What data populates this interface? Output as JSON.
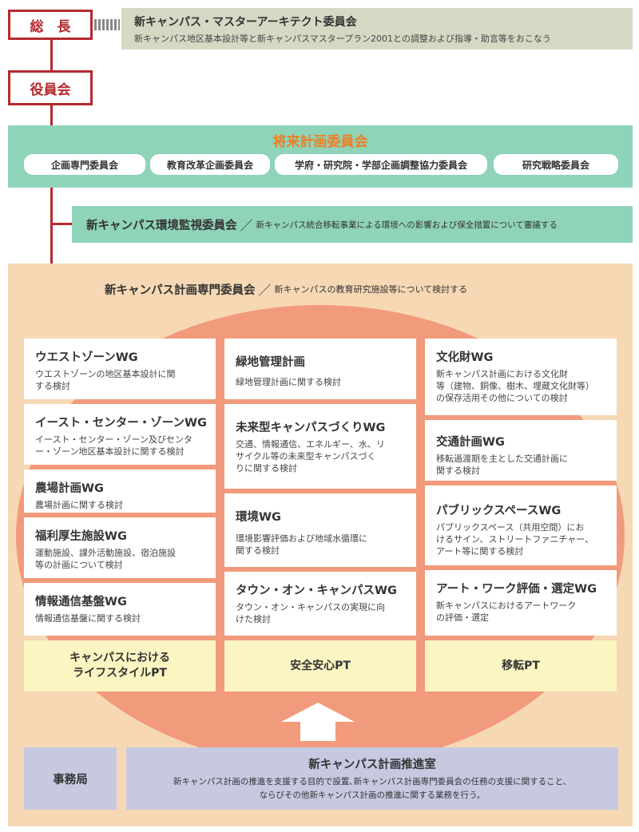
{
  "top": {
    "president": "総　長",
    "board": "役員会",
    "master_title": "新キャンパス・マスターアーキテクト委員会",
    "master_desc": "新キャンパス地区基本設計等と新キャンパスマスタープラン2001との調整および指導・助言等をおこなう"
  },
  "future": {
    "title": "将来計画委員会",
    "subcommittees": [
      "企画専門委員会",
      "教育改革企画委員会",
      "学府・研究院・学部企画調整協力委員会",
      "研究戦略委員会"
    ]
  },
  "monitoring": {
    "title": "新キャンパス環境監視委員会",
    "desc": "新キャンパス統合移転事業による環境への影響および保全措置について審議する"
  },
  "planning": {
    "title": "新キャンパス計画専門委員会",
    "desc": "新キャンパスの教育研究施設等について検討する"
  },
  "wg": {
    "west": {
      "title": "ウエストゾーンWG",
      "desc": "ウエストゾーンの地区基本設計に関\nする検討"
    },
    "east": {
      "title": "イースト・センター・ゾーンWG",
      "desc": "イースト・センター・ゾーン及びセンタ\nー・ゾーン地区基本設計に関する検討"
    },
    "farm": {
      "title": "農場計画WG",
      "desc": "農場計画に関する検討"
    },
    "welfare": {
      "title": "福利厚生施設WG",
      "desc": "運動施設、課外活動施設、宿泊施設\n等の計画について検討"
    },
    "info": {
      "title": "情報通信基盤WG",
      "desc": "情報通信基盤に関する検討"
    },
    "green": {
      "title": "緑地管理計画",
      "desc": "緑地管理計画に関する検討"
    },
    "future_campus": {
      "title": "未来型キャンパスづくりWG",
      "desc": "交通、情報通信、エネルギー、水、リ\nサイクル等の未来型キャンパスづく\nりに関する検討"
    },
    "env": {
      "title": "環境WG",
      "desc": "環境影響評価および地域水循環に\n関する検討"
    },
    "town": {
      "title": "タウン・オン・キャンパスWG",
      "desc": "タウン・オン・キャンパスの実現に向\nけた検討"
    },
    "culture": {
      "title": "文化財WG",
      "desc": "新キャンパス計画における文化財\n等（建物、銅像、樹木、埋蔵文化財等）\nの保存活用その他についての検討"
    },
    "traffic": {
      "title": "交通計画WG",
      "desc": "移転過渡期を主とした交通計画に\n関する検討"
    },
    "public": {
      "title": "パブリックスペースWG",
      "desc": "パブリックスペース（共用空間）にお\nけるサイン、ストリートファニチャー、\nアート等に関する検討"
    },
    "art": {
      "title": "アート・ワーク評価・選定WG",
      "desc": "新キャンパスにおけるアートワーク\nの評価・選定"
    }
  },
  "pt": {
    "lifestyle": "キャンパスにおける\nライフスタイルPT",
    "safety": "安全安心PT",
    "relocation": "移転PT"
  },
  "office": {
    "label": "事務局",
    "title": "新キャンパス計画推進室",
    "desc1": "新キャンパス計画の推進を支援する目的で設置､新キャンパス計画専門委員会の任務の支援に関すること、",
    "desc2": "ならびその他新キャンパス計画の推進に関する業務を行う。"
  },
  "colors": {
    "red": "#b5292e",
    "green": "#8fd3b8",
    "orange_title": "#f07e22",
    "peach": "#f6d8b4",
    "salmon": "#f29a7c",
    "yellow": "#fbf5c2",
    "lavender": "#c7c9e0",
    "khaki": "#d7d8c4"
  }
}
